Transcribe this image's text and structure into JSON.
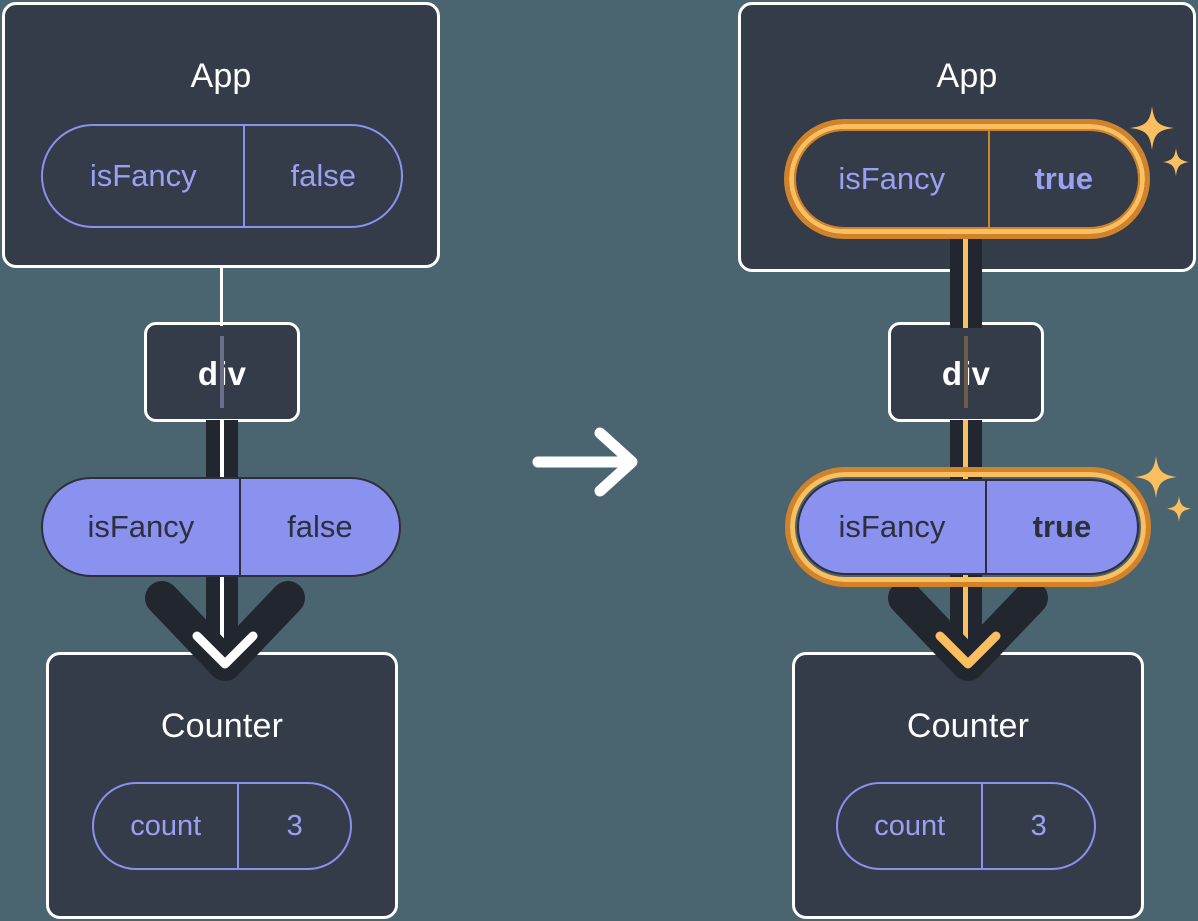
{
  "theme": {
    "background": "#4b6570",
    "panel": "#343b49",
    "panel_border": "#ffffff",
    "pill_purple": "#8b91ef",
    "pill_text_dark": "#2b303c",
    "pill_outline_purple": "#8b91ef",
    "highlight_outer": "#d1832a",
    "highlight_inner": "#fbbf60",
    "connector_dark": "#22262f",
    "connector_white": "#ffffff",
    "connector_orange": "#fbbf60"
  },
  "diagram": {
    "type": "react-state-propagation",
    "transition_icon": "arrow-right-icon",
    "panels": [
      {
        "id": "before",
        "highlighted": false,
        "app": {
          "title": "App",
          "state": {
            "key": "isFancy",
            "value": "false",
            "bold": false,
            "highlighted": false
          }
        },
        "div": {
          "title": "div"
        },
        "prop": {
          "key": "isFancy",
          "value": "false",
          "bold": false,
          "highlighted": false
        },
        "counter": {
          "title": "Counter",
          "state": {
            "key": "count",
            "value": "3"
          }
        },
        "sparkles_visible": false
      },
      {
        "id": "after",
        "highlighted": true,
        "app": {
          "title": "App",
          "state": {
            "key": "isFancy",
            "value": "true",
            "bold": true,
            "highlighted": true
          }
        },
        "div": {
          "title": "div"
        },
        "prop": {
          "key": "isFancy",
          "value": "true",
          "bold": true,
          "highlighted": true
        },
        "counter": {
          "title": "Counter",
          "state": {
            "key": "count",
            "value": "3"
          }
        },
        "sparkles_visible": true
      }
    ]
  }
}
